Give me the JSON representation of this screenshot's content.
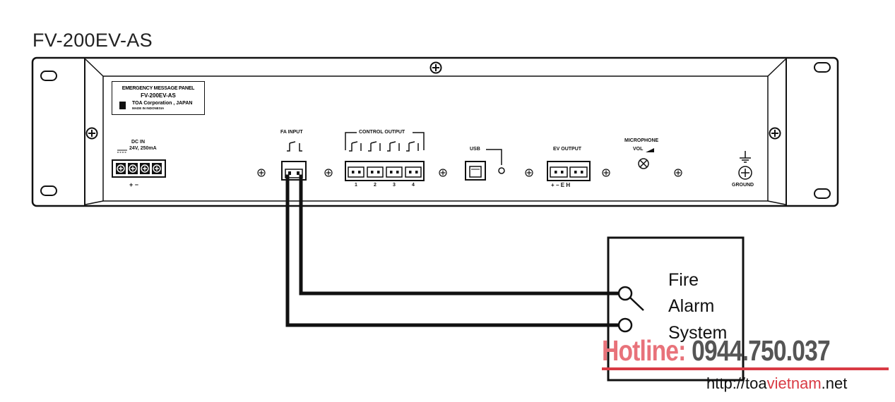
{
  "title": "FV-200EV-AS",
  "nameplate": {
    "line1": "EMERGENCY MESSAGE PANEL",
    "line2": "FV-200EV-AS",
    "line3": "TOA Corporation , JAPAN",
    "line4": "MADE IN INDONESIA"
  },
  "labels": {
    "dc_in": "DC IN",
    "dc_spec": "24V, 250mA",
    "dc_polarity": "+  −",
    "fa_input": "FA INPUT",
    "control_output": "CONTROL OUTPUT",
    "control_numbers": [
      "1",
      "2",
      "3",
      "4"
    ],
    "usb": "USB",
    "ev_output": "EV OUTPUT",
    "ev_terminals": "+ −  E  H",
    "microphone": "MICROPHONE",
    "vol": "VOL",
    "ground": "GROUND"
  },
  "fire_alarm": {
    "lines": [
      "Fire",
      "Alarm",
      "System"
    ]
  },
  "watermark": {
    "hotline_label": "Hotline:",
    "hotline_number": " 0944.750.037",
    "url_prefix": "http://toa",
    "url_accent": "vietnam",
    "url_suffix": ".net"
  },
  "colors": {
    "line": "#111111",
    "hotline_label": "#e8727a",
    "hotline_number": "#555555",
    "accent_red": "#d93a44"
  }
}
